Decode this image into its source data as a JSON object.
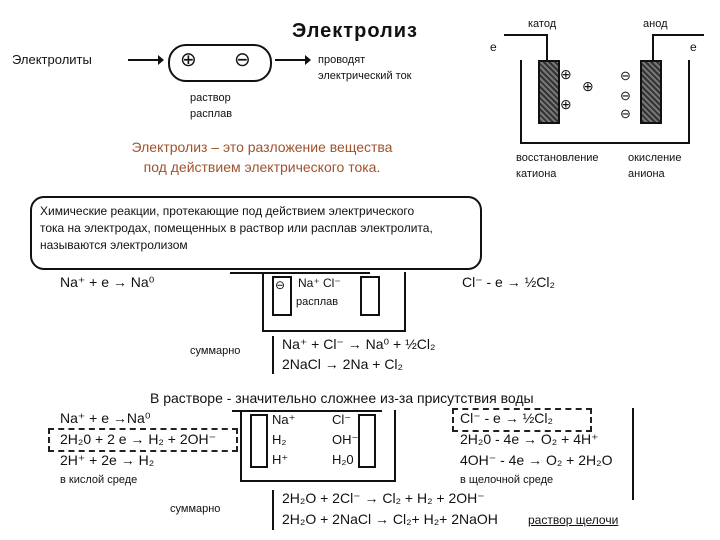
{
  "title": "Электролиз",
  "top": {
    "electrolytes": "Электролиты",
    "plus": "⊕",
    "minus": "⊖",
    "conduct": [
      "проводят",
      "электрический ток"
    ],
    "solution": "раствор",
    "melt": "расплав"
  },
  "definition": [
    "Электролиз – это разложение вещества",
    "под действием электрического тока."
  ],
  "cell": {
    "cathode": "катод",
    "anode": "анод",
    "e": "e",
    "reduction": "восстановление",
    "oxidation": "окисление",
    "cations": "катиона",
    "anions": "аниона"
  },
  "box_text": [
    "Химические реакции, протекающие под действием электрического",
    "тока на электродах, помещенных в раствор или расплав электролита,",
    "называются электролизом"
  ],
  "melt_section": {
    "cathode_eq": "Na⁺ + e → Na⁰",
    "anode_eq": "Cl⁻ - e → ½Cl₂",
    "ions": "Na⁺  Cl⁻",
    "melt_label": "расплав",
    "summary_label": "суммарно",
    "sum1": "Na⁺ + Cl⁻ → Na⁰ + ½Cl₂",
    "sum2": "2NaCl → 2Na + Cl₂"
  },
  "solution_section": {
    "heading": "В растворе - значительно сложнее из-за присутствия воды",
    "cathode": [
      "Na⁺ + e →Na⁰",
      "2H₂0 + 2 e → H₂ + 2OH⁻",
      "2H⁺ + 2e → H₂"
    ],
    "acid_env": "в кислой среде",
    "middle_left": [
      "Na⁺",
      "H₂",
      "H⁺"
    ],
    "middle_right": [
      "Cl⁻",
      "OH⁻",
      "H₂0"
    ],
    "anode": [
      "Cl⁻ - e → ½Cl₂",
      "2H₂0 - 4e → O₂ + 4H⁺",
      "4OH⁻ - 4e → O₂ + 2H₂O"
    ],
    "alkaline_env": "в щелочной среде",
    "summary_label": "суммарно",
    "sum1": "2H₂O + 2Cl⁻ → Cl₂ + H₂ + 2OH⁻",
    "sum2": "2H₂O + 2NaCl → Cl₂+ H₂+ 2NaOH",
    "alkali_solution": "раствор щелочи"
  }
}
